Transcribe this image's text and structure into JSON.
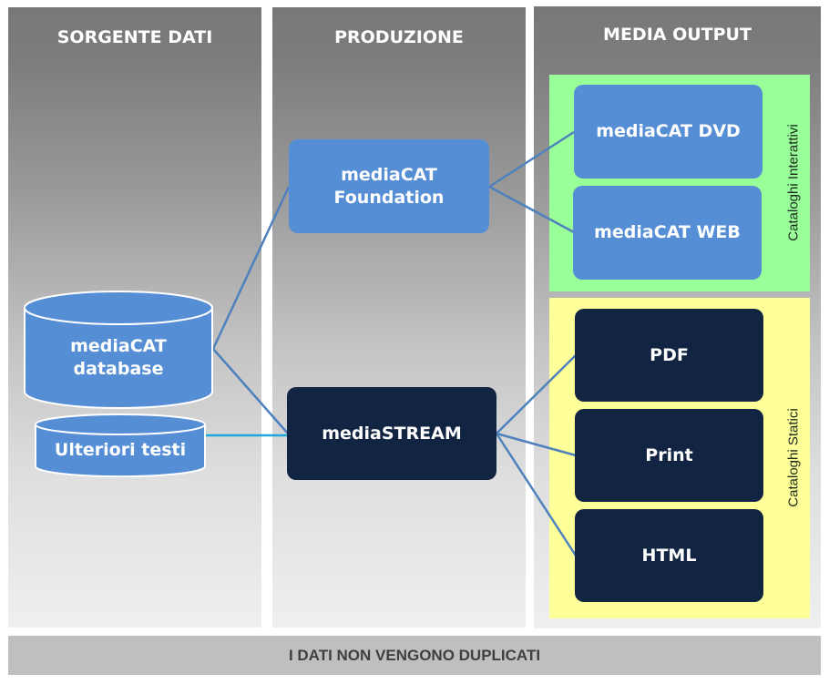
{
  "columns": {
    "source": {
      "title": "SORGENTE DATI"
    },
    "production": {
      "title": "PRODUZIONE"
    },
    "output": {
      "title": "MEDIA OUTPUT"
    }
  },
  "source_nodes": {
    "database": {
      "line1": "mediaCAT",
      "line2": "database"
    },
    "extra": {
      "label": "Ulteriori testi"
    }
  },
  "production_nodes": {
    "foundation": {
      "line1": "mediaCAT",
      "line2": "Foundation"
    },
    "stream": {
      "label": "mediaSTREAM"
    }
  },
  "output_groups": {
    "interactive": {
      "label": "Cataloghi Interattivi",
      "items": [
        "mediaCAT DVD",
        "mediaCAT WEB"
      ]
    },
    "static": {
      "label": "Cataloghi Statici",
      "items": [
        "PDF",
        "Print",
        "HTML"
      ]
    }
  },
  "footer": {
    "text": "I DATI NON VENGONO DUPLICATI"
  },
  "colors": {
    "light_blue_box": "#558ed5",
    "navy_box": "#112441",
    "interactive_group": "#99ff99",
    "static_group": "#ffff99",
    "connector": "#4f81bd",
    "connector_cyan": "#1fa7e0"
  }
}
